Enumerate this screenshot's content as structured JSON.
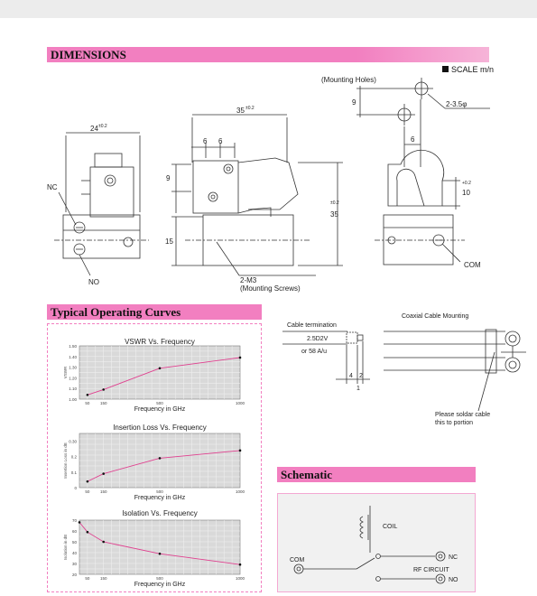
{
  "sections": {
    "dimensions": "DIMENSIONS",
    "curves": "Typical Operating Curves",
    "schematic": "Schematic"
  },
  "scale_label": "SCALE m/n",
  "dimension_labels": {
    "mounting_holes": "(Mounting Holes)",
    "hole_dia": "2-3.5φ",
    "nine_top": "9",
    "six_right": "6",
    "ten": "10",
    "ten_tol": "+0.2",
    "width_24": "24",
    "width_24_tol": "±0.2",
    "width_35": "35",
    "width_35_tol": "±0.2",
    "six_a": "6",
    "six_b": "6",
    "nine_mid": "9",
    "fifteen": "15",
    "height_35": "35",
    "height_35_tol": "±0.2",
    "nc": "NC",
    "no": "NO",
    "com": "COM",
    "m3": "2-M3",
    "mounting_screws": "(Mounting Screws)"
  },
  "cable": {
    "termination": "Cable termination",
    "type1": "2.5D2V",
    "type2": "or 58 A/u",
    "dim4": "4",
    "dim2": "2",
    "dim1": "1",
    "mounting": "Coaxial Cable Mounting",
    "solder1": "Please soldar cable",
    "solder2": "this to portion"
  },
  "schematic_labels": {
    "coil": "COIL",
    "nc": "NC",
    "com": "COM",
    "rf": "RF CIRCUIT",
    "no": "NO"
  },
  "chart_data": [
    {
      "type": "line",
      "title": "VSWR Vs. Frequency",
      "xlabel": "Frequency in GHz",
      "ylabel": "VSWR",
      "x_ticks": [
        "50",
        "150",
        "500",
        "1000"
      ],
      "y_ticks": [
        "1.00",
        "1.10",
        "1.20",
        "1.30",
        "1.40",
        "1.50"
      ],
      "xlim": [
        0,
        1000
      ],
      "ylim": [
        1.0,
        1.5
      ],
      "x": [
        50,
        150,
        500,
        1000
      ],
      "y": [
        1.04,
        1.09,
        1.29,
        1.39
      ],
      "grid": true
    },
    {
      "type": "line",
      "title": "Insertion Loss Vs. Frequency",
      "xlabel": "Frequency in GHz",
      "ylabel": "Insertion Loss in dB",
      "x_ticks": [
        "50",
        "150",
        "500",
        "1000"
      ],
      "y_ticks": [
        "0",
        "0.1",
        "0.2",
        "0.30"
      ],
      "xlim": [
        0,
        1000
      ],
      "ylim": [
        0,
        0.35
      ],
      "x": [
        50,
        150,
        500,
        1000
      ],
      "y": [
        0.04,
        0.09,
        0.19,
        0.24
      ],
      "grid": true
    },
    {
      "type": "line",
      "title": "Isolation Vs. Frequency",
      "xlabel": "Frequency in GHz",
      "ylabel": "Isolation in dB",
      "x_ticks": [
        "50",
        "150",
        "500",
        "1000"
      ],
      "y_ticks": [
        "20",
        "30",
        "40",
        "50",
        "60",
        "70"
      ],
      "xlim": [
        0,
        1000
      ],
      "ylim": [
        20,
        70
      ],
      "x": [
        0,
        50,
        150,
        500,
        1000
      ],
      "y": [
        68,
        59,
        50,
        39,
        29
      ],
      "grid": true
    }
  ]
}
